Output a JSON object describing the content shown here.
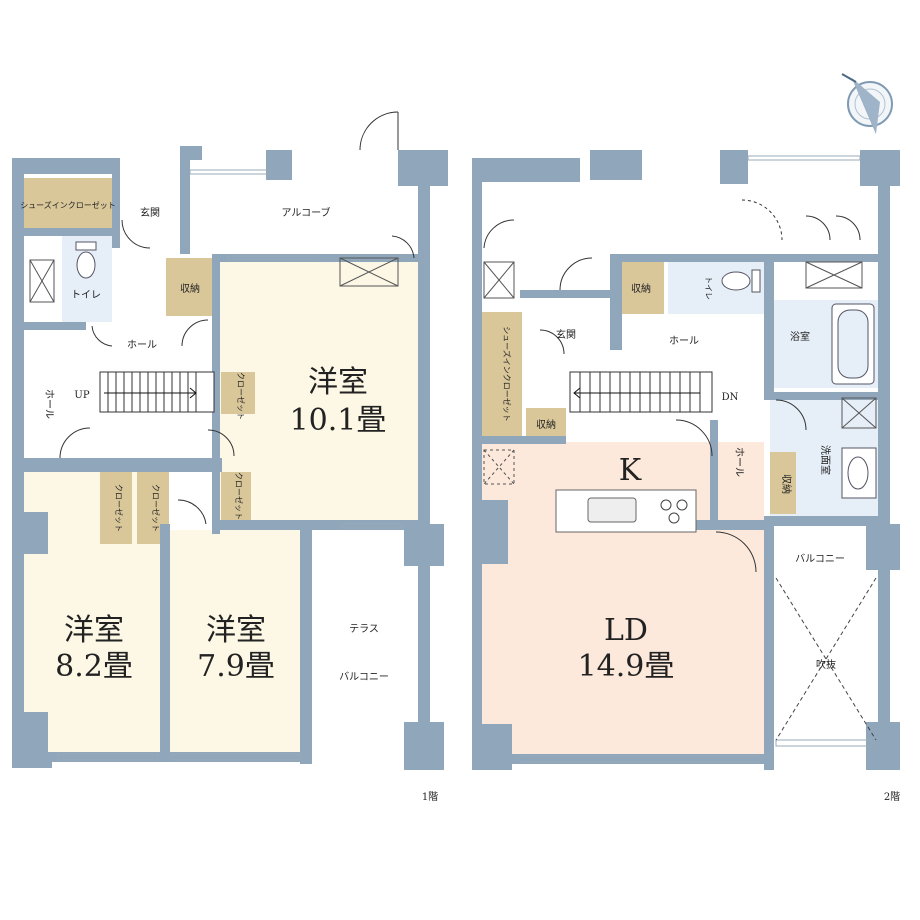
{
  "floor1": {
    "floor_label": "1階",
    "rooms": {
      "sic": "シューズインクローゼット",
      "entrance": "玄関",
      "alcove": "アルコーブ",
      "toilet": "トイレ",
      "storage": "収納",
      "hall_top": "ホール",
      "hall_side": "ホール",
      "stairs_up": "UP",
      "closet_a": "クローゼット",
      "closet_b": "クローゼット",
      "closet_c": "クローゼット",
      "closet_d": "クローゼット",
      "terrace": "テラス",
      "balcony": "バルコニー"
    },
    "bedroom_a": {
      "name": "洋室",
      "size": "10.1畳"
    },
    "bedroom_b": {
      "name": "洋室",
      "size": "8.2畳"
    },
    "bedroom_c": {
      "name": "洋室",
      "size": "7.9畳"
    }
  },
  "floor2": {
    "floor_label": "2階",
    "rooms": {
      "storage_a": "収納",
      "toilet": "トイレ",
      "bath": "浴室",
      "entrance": "玄関",
      "hall_top": "ホール",
      "hall_side": "ホール",
      "sic": "シューズインクローゼット",
      "storage_b": "収納",
      "stairs_dn": "DN",
      "kitchen": "K",
      "washroom": "洗面室",
      "storage_c": "収納",
      "balcony": "バルコニー",
      "void": "吹抜"
    },
    "ld": {
      "name": "LD",
      "size": "14.9畳"
    }
  },
  "colors": {
    "wall": "#8fa6bb",
    "bedroom_fill": "#fdf8e6",
    "ld_fill": "#fce9dc",
    "storage_fill": "#d9c79a",
    "wet_fill": "#e6eef7",
    "compass_icon": "compass-icon"
  }
}
